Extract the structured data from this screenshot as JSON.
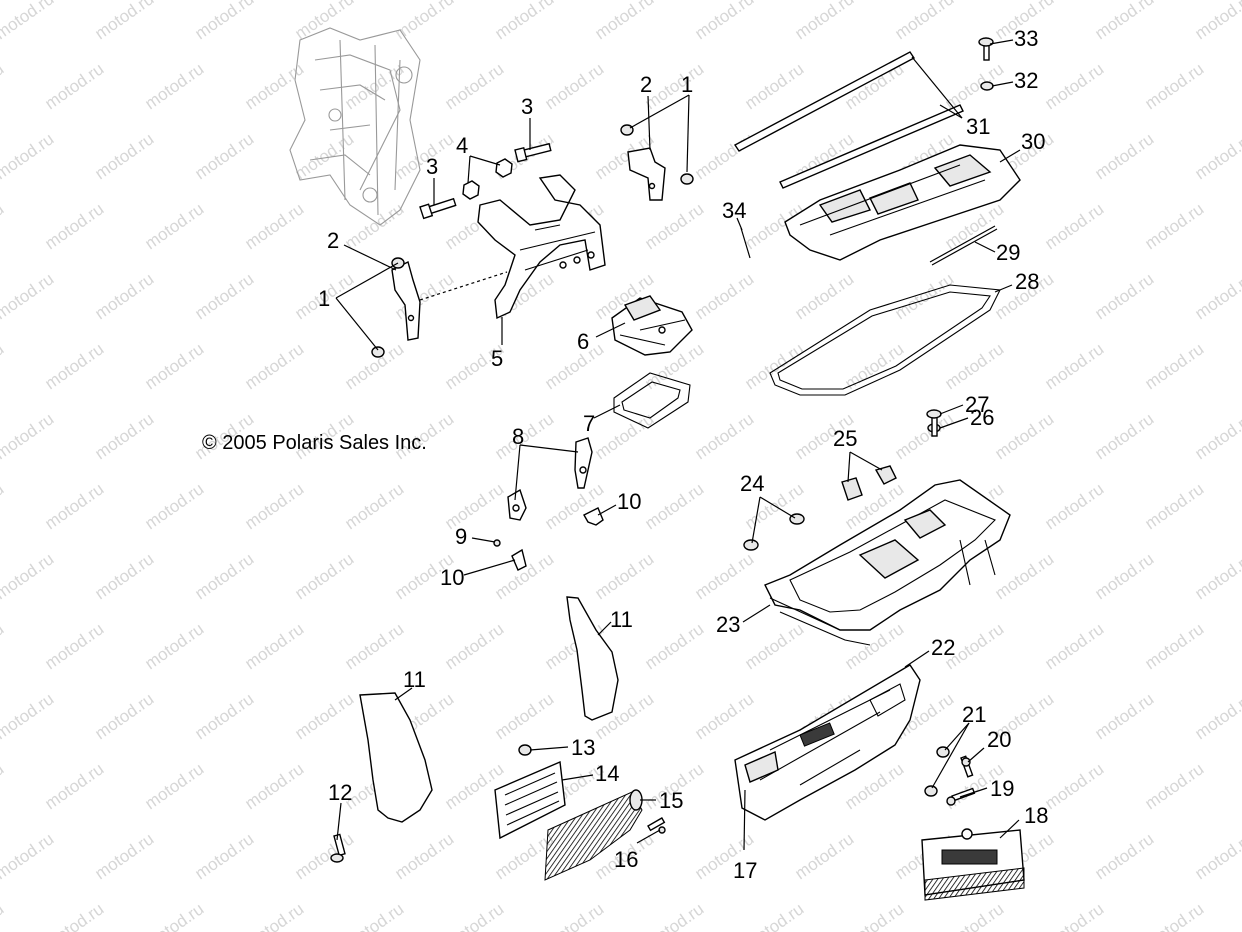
{
  "copyright": "© 2005 Polaris Sales Inc.",
  "watermark": "motod.ru",
  "callouts": {
    "c1a": "1",
    "c1b": "1",
    "c2a": "2",
    "c2b": "2",
    "c3a": "3",
    "c3b": "3",
    "c4": "4",
    "c5": "5",
    "c6": "6",
    "c7": "7",
    "c8": "8",
    "c9": "9",
    "c10a": "10",
    "c10b": "10",
    "c11a": "11",
    "c11b": "11",
    "c12": "12",
    "c13": "13",
    "c14": "14",
    "c15": "15",
    "c16": "16",
    "c17": "17",
    "c18": "18",
    "c19": "19",
    "c20": "20",
    "c21": "21",
    "c22": "22",
    "c23": "23",
    "c24": "24",
    "c25": "25",
    "c26": "26",
    "c27": "27",
    "c28": "28",
    "c29": "29",
    "c30": "30",
    "c31": "31",
    "c32": "32",
    "c33": "33",
    "c34": "34"
  }
}
